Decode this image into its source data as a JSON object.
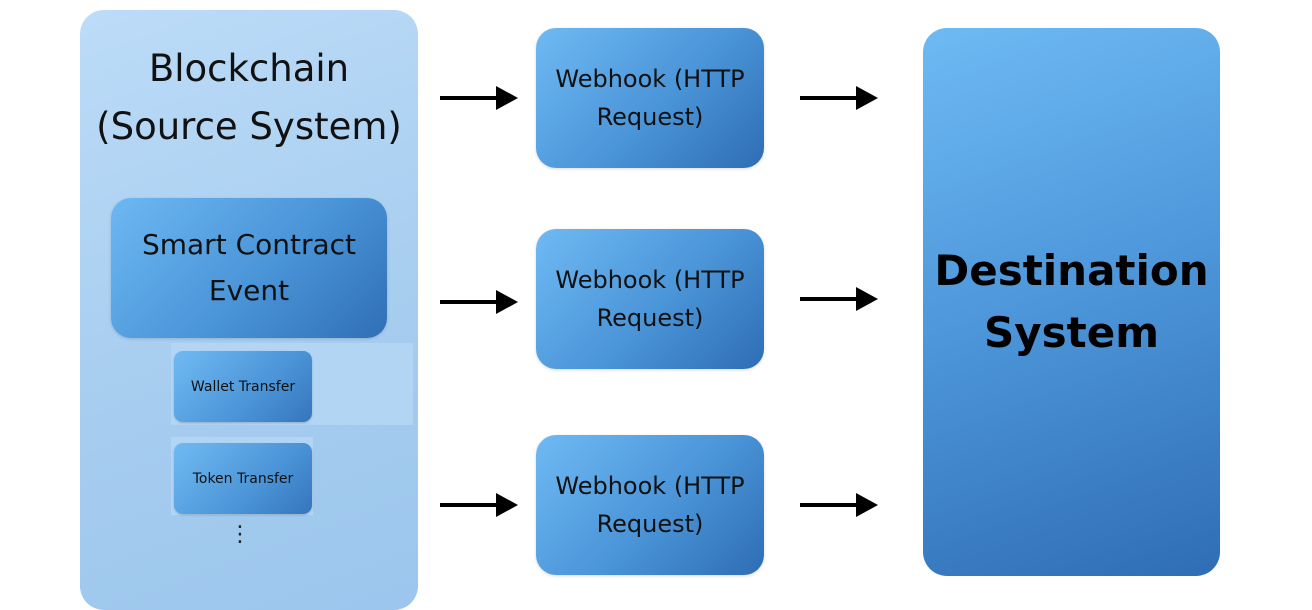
{
  "source": {
    "title_line1": "Blockchain",
    "title_line2": "(Source System)",
    "contract_line1": "Smart Contract",
    "contract_line2": "Event",
    "events": [
      "Wallet Transfer",
      "Token Transfer"
    ],
    "ellipsis": "⋮"
  },
  "webhooks": [
    {
      "line1": "Webhook (HTTP",
      "line2": "Request)"
    },
    {
      "line1": "Webhook (HTTP",
      "line2": "Request)"
    },
    {
      "line1": "Webhook (HTTP",
      "line2": "Request)"
    }
  ],
  "destination": {
    "line1": "Destination",
    "line2": "System"
  }
}
